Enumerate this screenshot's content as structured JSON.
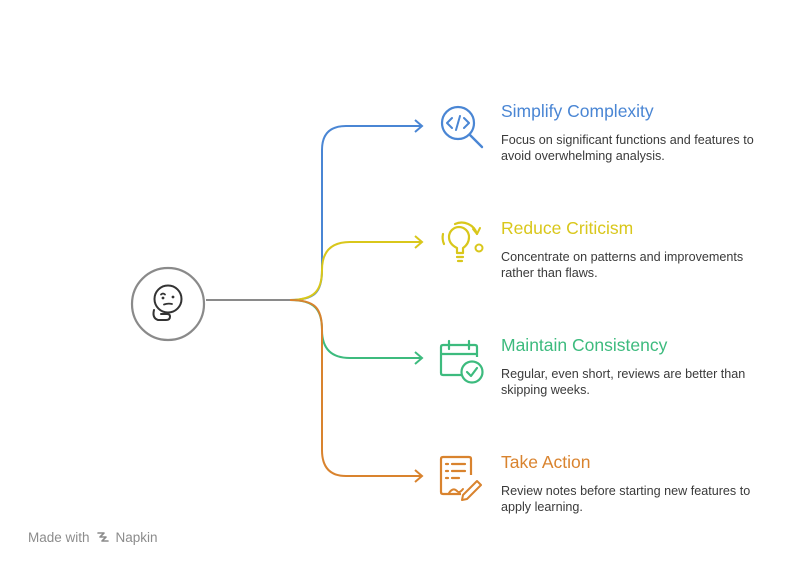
{
  "items": [
    {
      "title": "Simplify Complexity",
      "description": "Focus on significant functions and features to avoid overwhelming analysis.",
      "color": "#4a86d4",
      "icon": "code-search-icon"
    },
    {
      "title": "Reduce Criticism",
      "description": "Concentrate on patterns and improvements rather than flaws.",
      "color": "#d9c71b",
      "icon": "lightbulb-icon"
    },
    {
      "title": "Maintain Consistency",
      "description": "Regular, even short, reviews are better than skipping weeks.",
      "color": "#3dbb7e",
      "icon": "calendar-check-icon"
    },
    {
      "title": "Take Action",
      "description": "Review notes before starting new features to apply learning.",
      "color": "#d9832e",
      "icon": "notes-pen-icon"
    }
  ],
  "center": {
    "icon": "thinking-face-icon",
    "color": "#8a8a8a"
  },
  "footer": {
    "made_with": "Made with",
    "brand": "Napkin",
    "brand_icon": "napkin-logo-icon"
  }
}
